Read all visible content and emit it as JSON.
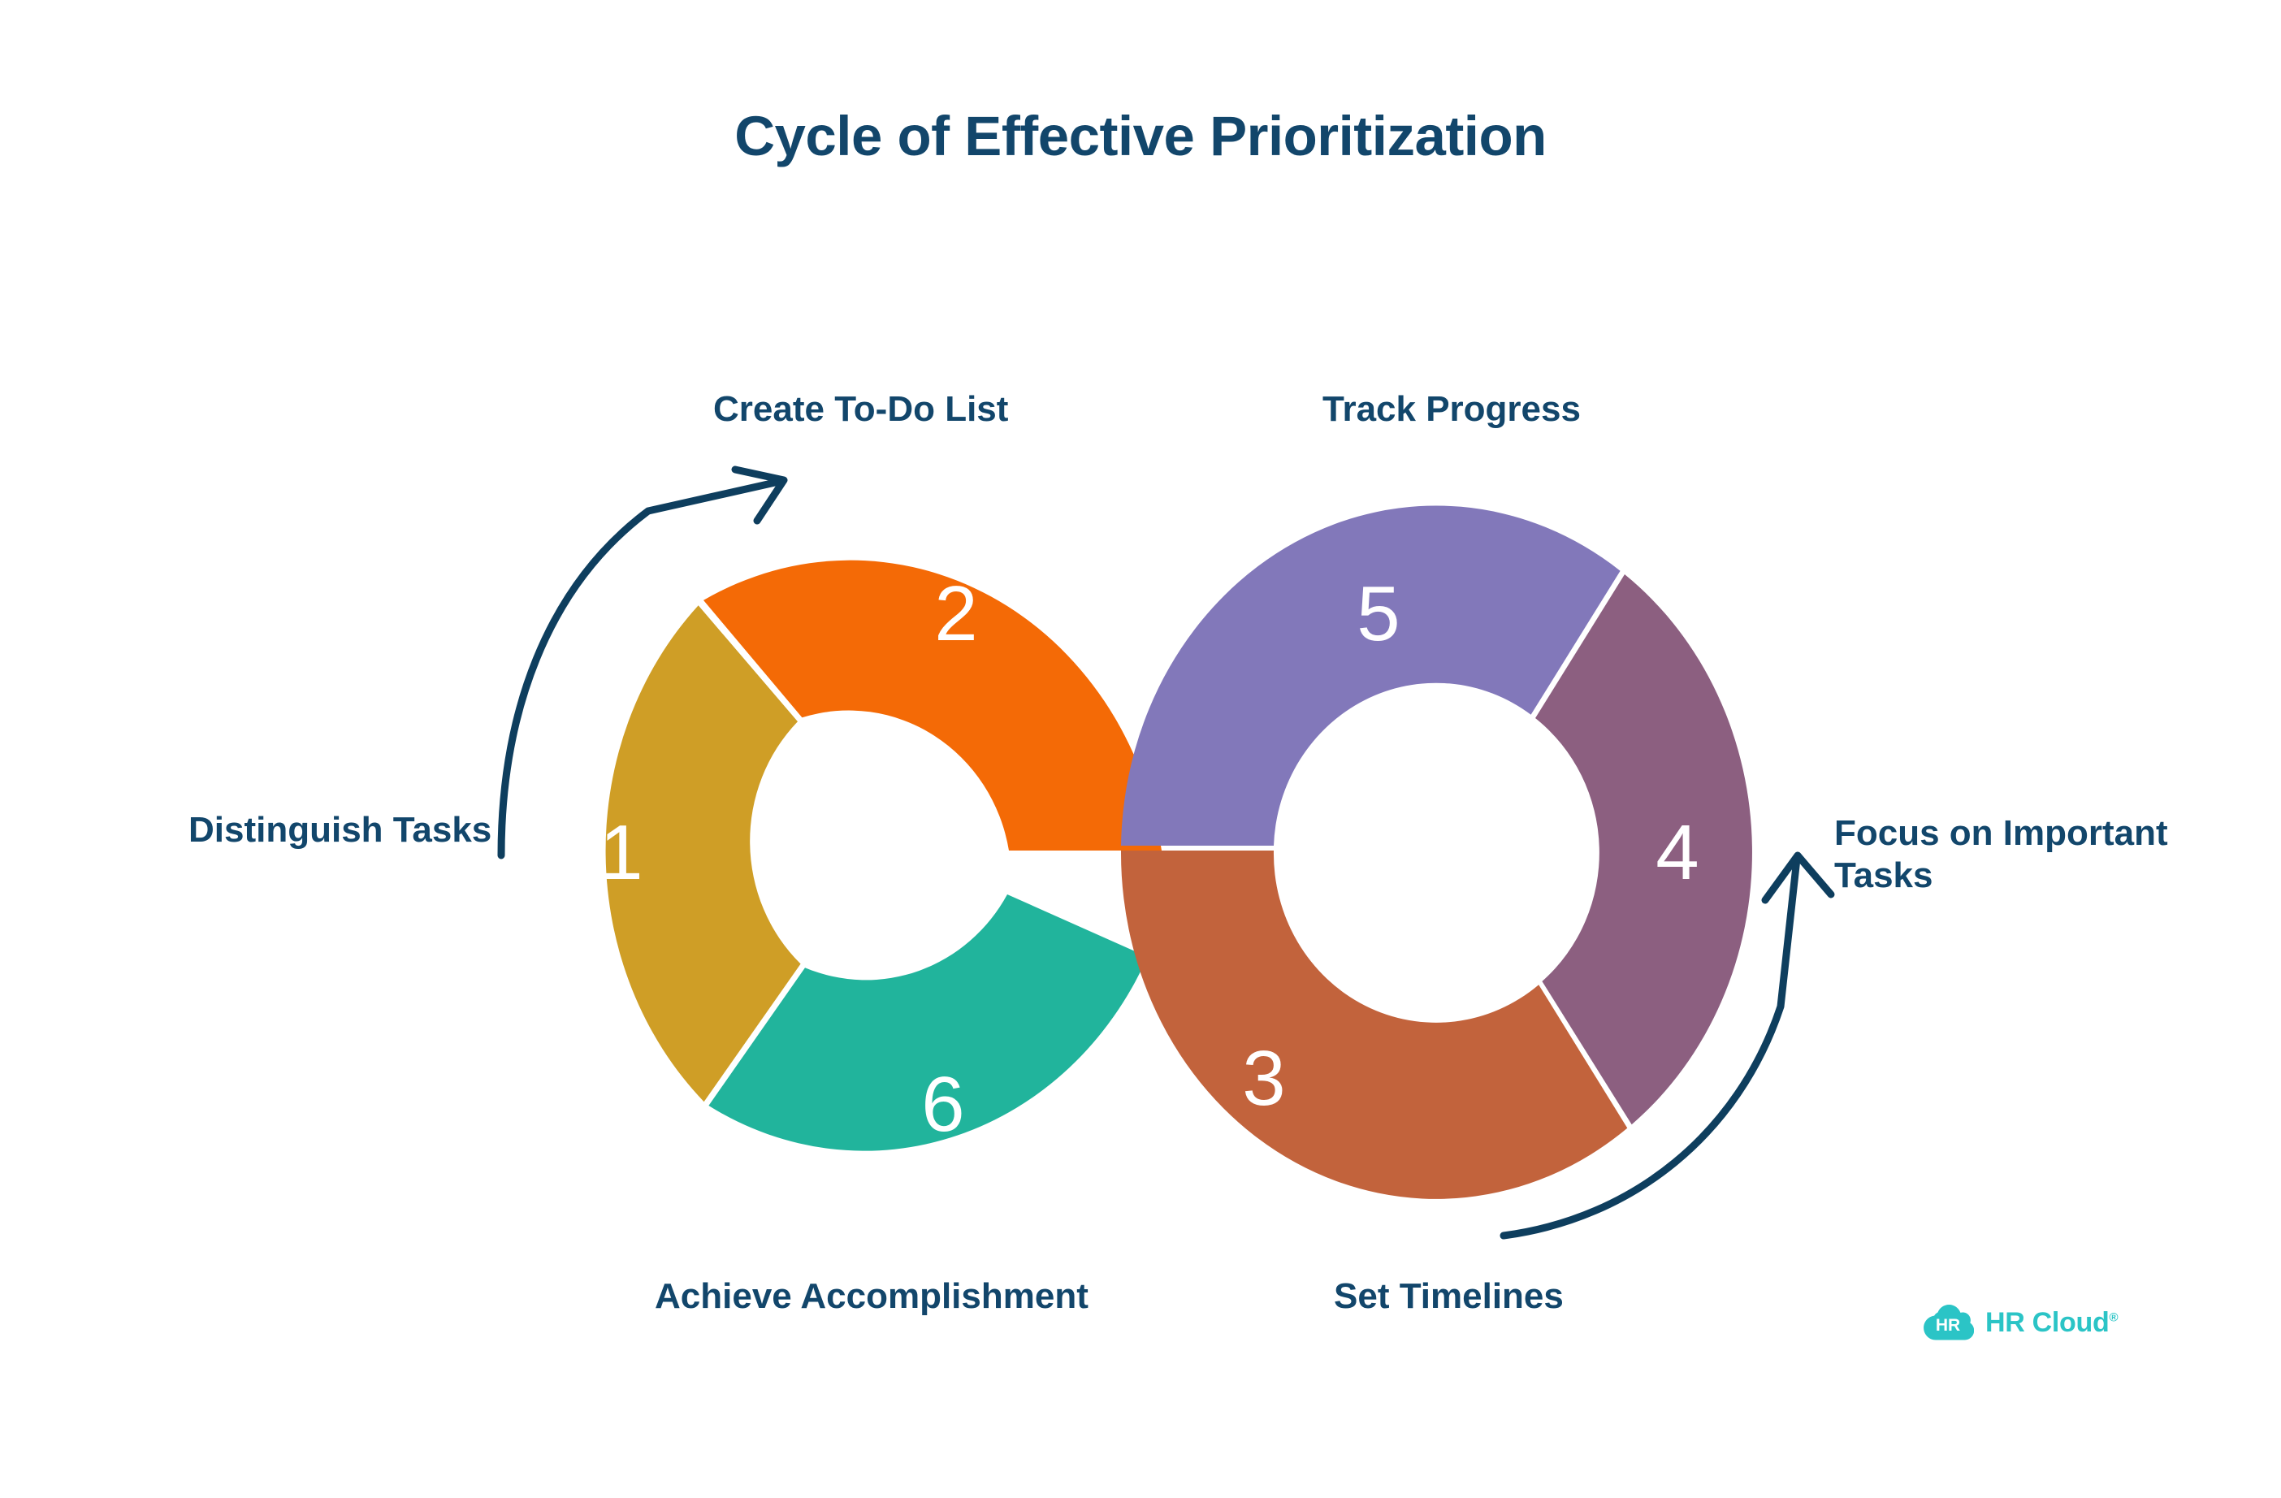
{
  "title": "Cycle of Effective Prioritization",
  "colors": {
    "navy": "#12466b",
    "gold": "#CF9E26",
    "orange": "#F46A06",
    "teal": "#21B49C",
    "terracotta": "#C2633C",
    "mauve": "#8C5F80",
    "purple": "#8278BA",
    "background": "#ffffff",
    "logo_teal": "#2BC4C6"
  },
  "chart_data": {
    "type": "pie",
    "title": "Cycle of Effective Prioritization",
    "layout": "infinity-loop-double-donut",
    "legend": "outer labels",
    "segments": [
      {
        "number": "1",
        "label": "Distinguish Tasks",
        "color": "#CF9E26",
        "ring": "left",
        "start_deg": 118,
        "end_deg": 246
      },
      {
        "number": "2",
        "label": "Create To-Do List",
        "color": "#F46A06",
        "ring": "left",
        "start_deg": 298,
        "end_deg": 118
      },
      {
        "number": "6",
        "label": "Achieve Accomplishment",
        "color": "#21B49C",
        "ring": "left",
        "start_deg": 246,
        "end_deg": 298
      },
      {
        "number": "3",
        "label": "Set Timelines",
        "color": "#C2633C",
        "ring": "right",
        "start_deg": 180,
        "end_deg": 298
      },
      {
        "number": "4",
        "label": "Focus on Important Tasks",
        "color": "#8C5F80",
        "ring": "right",
        "start_deg": 298,
        "end_deg": 62
      },
      {
        "number": "5",
        "label": "Track Progress",
        "color": "#8278BA",
        "ring": "right",
        "start_deg": 62,
        "end_deg": 180
      }
    ]
  },
  "labels": {
    "create_to_do_list": "Create To-Do List",
    "track_progress": "Track Progress",
    "distinguish_tasks": "Distinguish Tasks",
    "focus_on_important_tasks": "Focus on Important\nTasks",
    "achieve_accomplishment": "Achieve Accomplishment",
    "set_timelines": "Set Timelines"
  },
  "numbers": {
    "one": "1",
    "two": "2",
    "three": "3",
    "four": "4",
    "five": "5",
    "six": "6"
  },
  "logo": {
    "badge_text": "HR",
    "wordmark": "HR Cloud",
    "registered": "®"
  }
}
